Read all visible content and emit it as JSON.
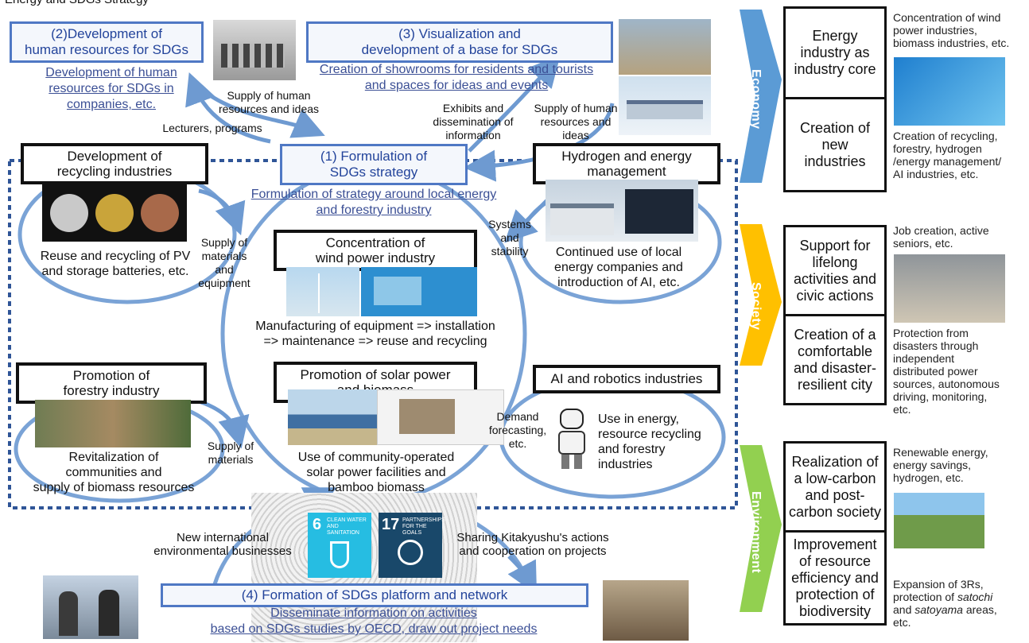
{
  "page_title": "Energy and SDGs Strategy",
  "center": {
    "title_line1": "(1) Formulation of",
    "title_line2": "SDGs strategy",
    "link_line1": "Formulation of strategy around local energy",
    "link_line2": "and forestry industry"
  },
  "block2": {
    "title_line1": "(2)Development of",
    "title_line2": "human resources for SDGs",
    "link_line1": "Development of human",
    "link_line2": "resources for SDGs in",
    "link_line3": "companies, etc."
  },
  "block3": {
    "title_line1": "(3) Visualization and",
    "title_line2": "development of a base for SDGs",
    "link_line1": "Creation of showrooms for residents and tourists",
    "link_line2": "and spaces for ideas and events"
  },
  "block4": {
    "title": "(4) Formation of SDGs platform and network",
    "link_line1": "Disseminate information on activities",
    "link_line2": "based on SDGs studies by OECD, draw out project needs"
  },
  "flows": {
    "supply_hr_ideas_1": "Supply of human",
    "supply_hr_ideas_2": "resources and ideas",
    "lecturers": "Lecturers, programs",
    "exhibits_1": "Exhibits and",
    "exhibits_2": "dissemination of",
    "exhibits_3": "information",
    "supply_hr2_1": "Supply of human",
    "supply_hr2_2": "resources and",
    "supply_hr2_3": "ideas",
    "systems_1": "Systems",
    "systems_2": "and",
    "systems_3": "stability",
    "supply_mat_1": "Supply of",
    "supply_mat_2": "materials",
    "supply_mat_3": "and",
    "supply_mat_4": "equipment",
    "supply_mat2_1": "Supply of",
    "supply_mat2_2": "materials",
    "demand_1": "Demand",
    "demand_2": "forecasting,",
    "demand_3": "etc.",
    "intl_1": "New international",
    "intl_2": "environmental businesses",
    "sharing_1": "Sharing Kitakyushu's actions",
    "sharing_2": "and cooperation on projects"
  },
  "recycling": {
    "title_line1": "Development of",
    "title_line2": "recycling industries",
    "desc_line1": "Reuse and recycling of PV",
    "desc_line2": "and storage batteries, etc."
  },
  "hydrogen": {
    "title_line1": "Hydrogen and energy",
    "title_line2": "management",
    "desc_line1": "Continued use of local",
    "desc_line2": "energy companies and",
    "desc_line3": "introduction of AI, etc."
  },
  "wind": {
    "title_line1": "Concentration of",
    "title_line2": "wind power industry",
    "desc_line1": "Manufacturing of equipment => installation",
    "desc_line2": "=> maintenance => reuse and recycling"
  },
  "forestry": {
    "title_line1": "Promotion of",
    "title_line2": "forestry industry",
    "desc_line1": "Revitalization of",
    "desc_line2": "communities and",
    "desc_line3": "supply of biomass resources"
  },
  "solar": {
    "title_line1": "Promotion of solar power",
    "title_line2": "and biomass",
    "desc_line1": "Use of community-operated",
    "desc_line2": "solar power facilities and",
    "desc_line3": "bamboo biomass"
  },
  "ai": {
    "title": "AI and robotics industries",
    "desc_line1": "Use in energy,",
    "desc_line2": "resource recycling",
    "desc_line3": "and forestry",
    "desc_line4": "industries"
  },
  "sdg_tiles": {
    "six_num": "6",
    "six_text": "CLEAN WATER AND SANITATION",
    "seventeen_num": "17",
    "seventeen_text": "PARTNERSHIPS FOR THE GOALS"
  },
  "economy": {
    "label": "Economy",
    "cell1": [
      "Energy",
      "industry as",
      "industry core"
    ],
    "cell2": [
      "Creation of",
      "new",
      "industries"
    ],
    "note1": [
      "Concentration of wind",
      "power industries,",
      "biomass industries, etc."
    ],
    "note2": [
      "Creation of recycling,",
      "forestry, hydrogen",
      "/energy management/",
      "AI industries, etc."
    ]
  },
  "society": {
    "label": "Society",
    "cell1": [
      "Support for",
      "lifelong",
      "activities and",
      "civic actions"
    ],
    "cell2": [
      "Creation of a",
      "comfortable",
      "and disaster-",
      "resilient city"
    ],
    "note1": [
      "Job creation, active",
      "seniors, etc."
    ],
    "note2": [
      "Protection from",
      "disasters through",
      "independent",
      "distributed power",
      "sources, autonomous",
      "driving, monitoring,",
      "etc."
    ]
  },
  "environment": {
    "label": "Environment",
    "cell1": [
      "Realization of",
      "a low-carbon",
      "and post-",
      "carbon society"
    ],
    "cell2": [
      "Improvement",
      "of resource",
      "efficiency and",
      "protection of",
      "biodiversity"
    ],
    "note1": [
      "Renewable energy,",
      "energy savings,",
      "hydrogen, etc."
    ],
    "note2_a": "Expansion of 3Rs,",
    "note2_b": "protection of ",
    "note2_c": "satochi",
    "note2_d": "and ",
    "note2_e": "satoyama",
    "note2_f": " areas,",
    "note2_g": "etc."
  },
  "colors": {
    "flow_blue": "#6e9ad1",
    "title_blue": "#4f78c4",
    "economy": "#5b9bd5",
    "society": "#ffc000",
    "environment": "#92d050"
  }
}
